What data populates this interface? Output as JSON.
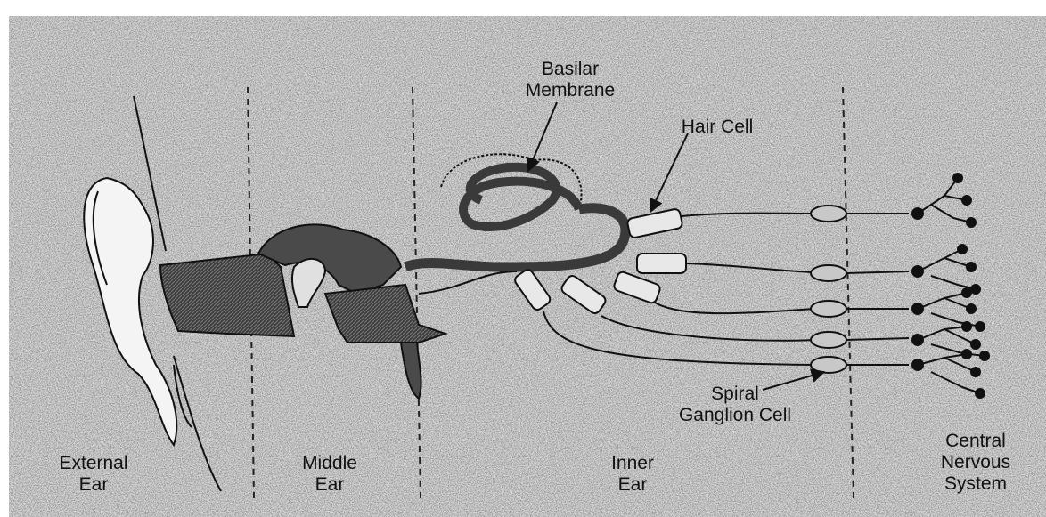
{
  "sections": [
    {
      "line1": "External",
      "line2": "Ear"
    },
    {
      "line1": "Middle",
      "line2": "Ear"
    },
    {
      "line1": "Inner",
      "line2": "Ear"
    },
    {
      "line1": "Central",
      "line2": "Nervous",
      "line3": "System"
    }
  ],
  "callouts": {
    "basilar": {
      "line1": "Basilar",
      "line2": "Membrane"
    },
    "hair_cell": {
      "line1": "Hair Cell"
    },
    "spiral_ganglion": {
      "line1": "Spiral",
      "line2": "Ganglion Cell"
    }
  },
  "colors": {
    "background": "#dcdcdc",
    "ink": "#111111",
    "shade": "#4a4a4a"
  }
}
